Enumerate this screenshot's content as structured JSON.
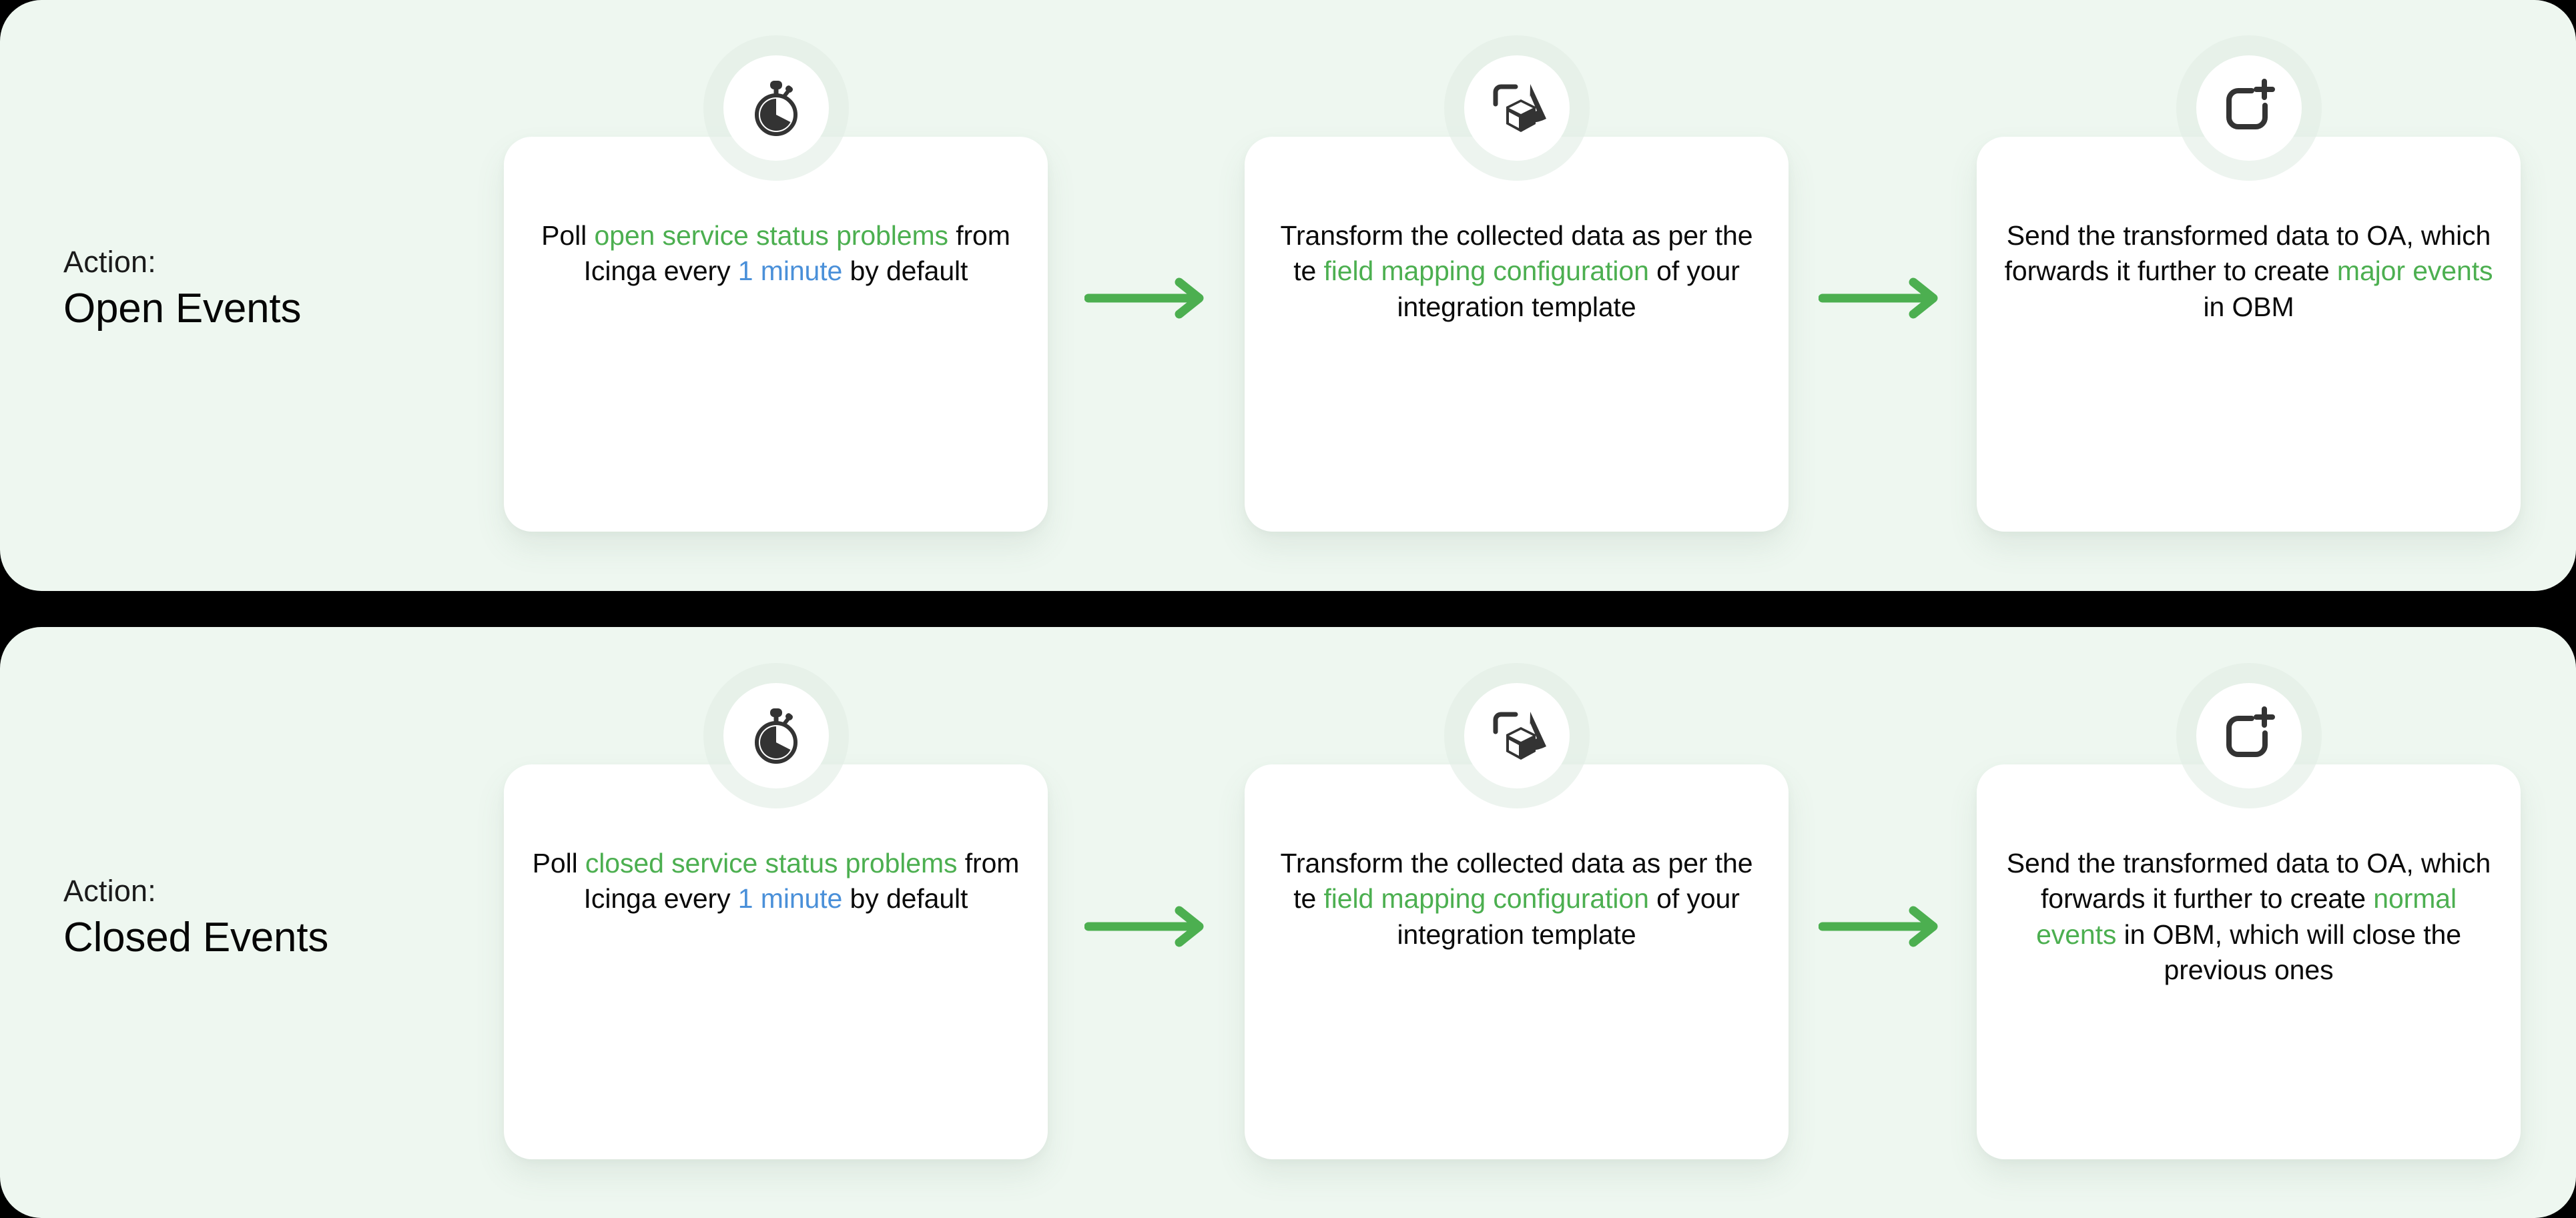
{
  "diagram": {
    "background_color": "#000000",
    "panel_color": "#EEF7F0",
    "card_color": "#FFFFFF",
    "accent_green": "#4CAF50",
    "accent_blue": "#4A90D9",
    "text_color": "#0a0a0a"
  },
  "rows": [
    {
      "id": "open-events",
      "label": {
        "prefix": "Action:",
        "name": "Open Events"
      },
      "steps": [
        {
          "icon": "stopwatch-icon",
          "segments": [
            {
              "text": "Poll ",
              "style": "plain"
            },
            {
              "text": "open service status problems",
              "style": "green"
            },
            {
              "text": " from Icinga every ",
              "style": "plain"
            },
            {
              "text": "1 minute",
              "style": "blue"
            },
            {
              "text": " by default",
              "style": "plain"
            }
          ]
        },
        {
          "icon": "transform-icon",
          "segments": [
            {
              "text": "Transform the collected data as per the te ",
              "style": "plain"
            },
            {
              "text": "field mapping configuration",
              "style": "green"
            },
            {
              "text": " of your integration template",
              "style": "plain"
            }
          ]
        },
        {
          "icon": "create-event-icon",
          "segments": [
            {
              "text": "Send the transformed data to OA, which forwards it further to create ",
              "style": "plain"
            },
            {
              "text": "major events",
              "style": "green"
            },
            {
              "text": " in OBM",
              "style": "plain"
            }
          ]
        }
      ],
      "arrows": [
        "arrow-right-icon",
        "arrow-right-icon"
      ]
    },
    {
      "id": "closed-events",
      "label": {
        "prefix": "Action:",
        "name": "Closed Events"
      },
      "steps": [
        {
          "icon": "stopwatch-icon",
          "segments": [
            {
              "text": "Poll ",
              "style": "plain"
            },
            {
              "text": "closed service status problems",
              "style": "green"
            },
            {
              "text": " from Icinga every ",
              "style": "plain"
            },
            {
              "text": "1 minute",
              "style": "blue"
            },
            {
              "text": " by default",
              "style": "plain"
            }
          ]
        },
        {
          "icon": "transform-icon",
          "segments": [
            {
              "text": "Transform the collected data as per the te ",
              "style": "plain"
            },
            {
              "text": "field mapping configuration",
              "style": "green"
            },
            {
              "text": " of your integration template",
              "style": "plain"
            }
          ]
        },
        {
          "icon": "create-event-icon",
          "segments": [
            {
              "text": "Send the transformed data to OA, which forwards it further to create ",
              "style": "plain"
            },
            {
              "text": "normal events",
              "style": "green"
            },
            {
              "text": " in OBM, which will close the previous ones",
              "style": "plain"
            }
          ]
        }
      ],
      "arrows": [
        "arrow-right-icon",
        "arrow-right-icon"
      ]
    }
  ]
}
